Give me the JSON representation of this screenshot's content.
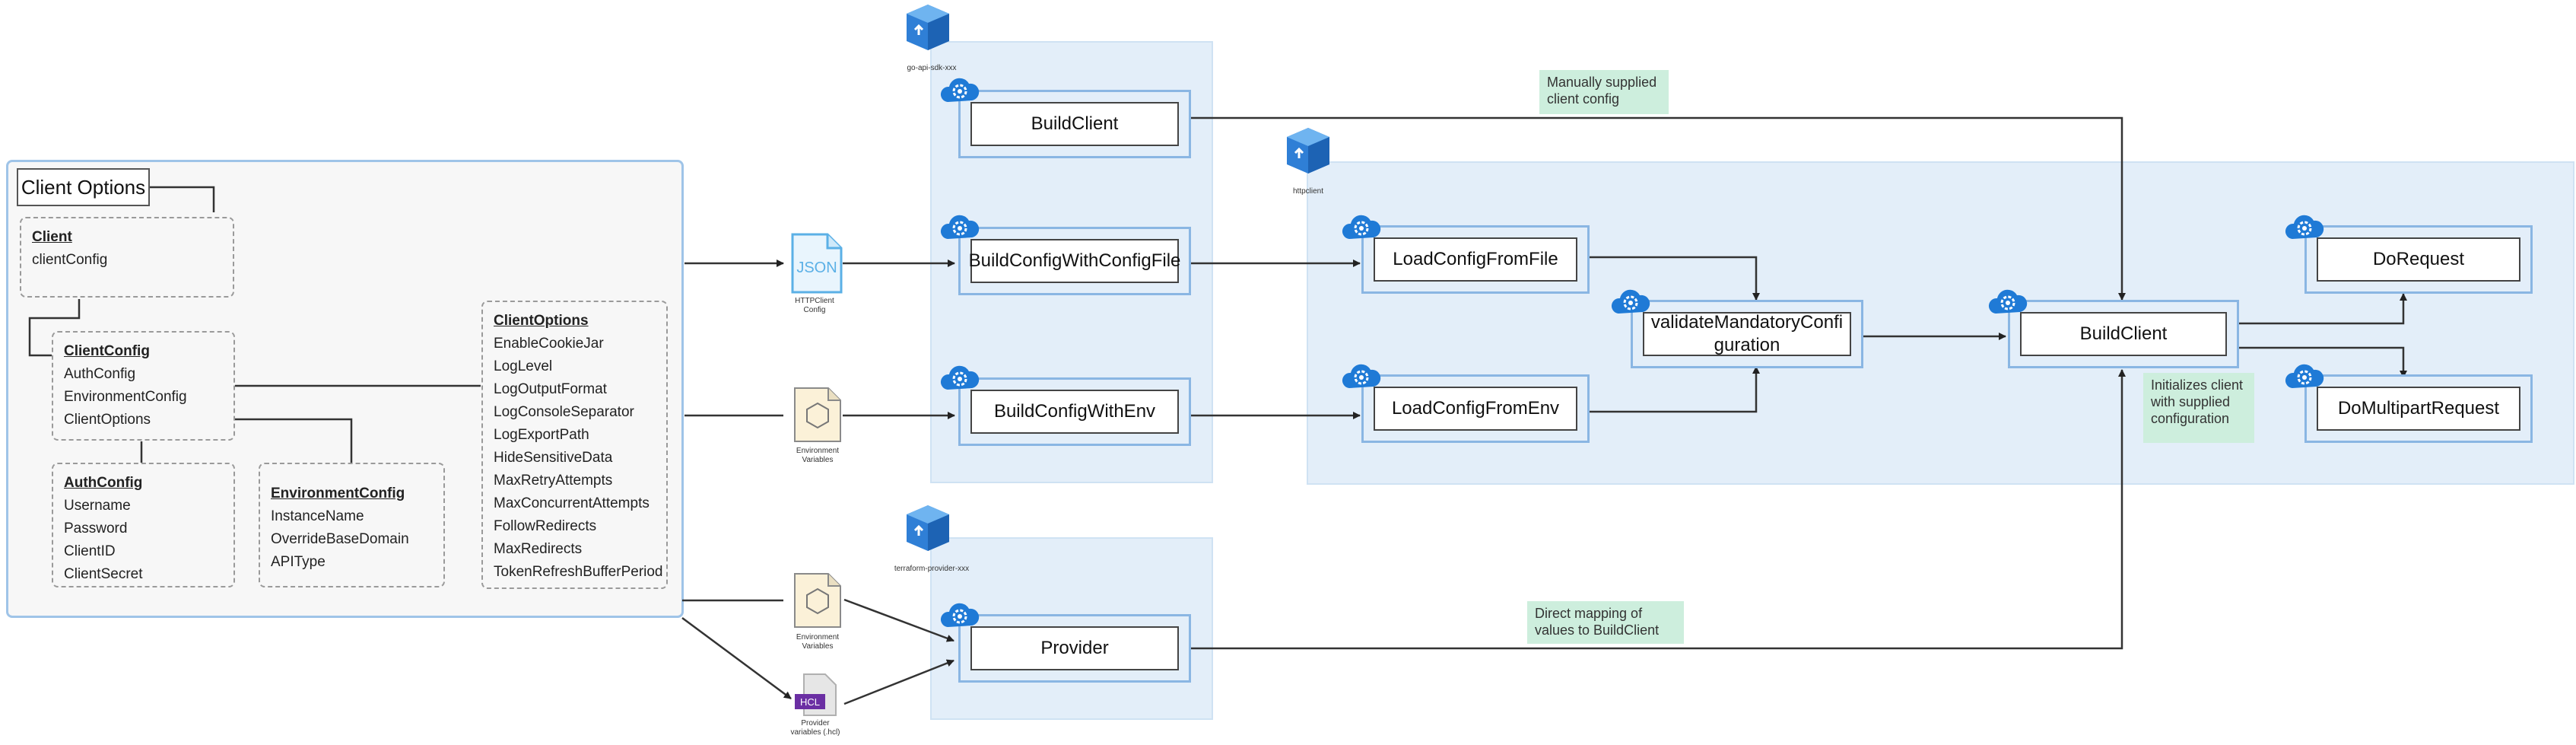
{
  "client_options": {
    "title": "Client Options",
    "client": {
      "heading": "Client",
      "fields": [
        "clientConfig"
      ]
    },
    "client_config": {
      "heading": "ClientConfig",
      "fields": [
        "AuthConfig",
        "EnvironmentConfig",
        "ClientOptions"
      ]
    },
    "auth_config": {
      "heading": "AuthConfig",
      "fields": [
        "Username",
        "Password",
        "ClientID",
        "ClientSecret"
      ]
    },
    "environment_config": {
      "heading": "EnvironmentConfig",
      "fields": [
        "InstanceName",
        "OverrideBaseDomain",
        "APIType"
      ]
    },
    "client_options_list": {
      "heading": "ClientOptions",
      "fields": [
        "EnableCookieJar",
        "LogLevel",
        "LogOutputFormat",
        "LogConsoleSeparator",
        "LogExportPath",
        "HideSensitiveData",
        "MaxRetryAttempts",
        "MaxConcurrentAttempts",
        "FollowRedirects",
        "MaxRedirects",
        "TokenRefreshBufferPeriod"
      ]
    }
  },
  "inputs": {
    "json_label": "JSON",
    "json_caption": "HTTPClient Config",
    "env_caption_1": "Environment Variables",
    "env_caption_2": "Environment Variables",
    "hcl_label": "HCL",
    "hcl_caption": "Provider variables (.hcl)"
  },
  "packages": {
    "sdk_label": "go-api-sdk-xxx",
    "httpclient_label": "httpclient",
    "terraform_label": "terraform-provider-xxx"
  },
  "functions": {
    "build_client_sdk": "BuildClient",
    "build_config_with_config_file": "BuildConfigWithConfigFile",
    "build_config_with_env": "BuildConfigWithEnv",
    "load_config_from_file": "LoadConfigFromFile",
    "load_config_from_env": "LoadConfigFromEnv",
    "validate_mandatory_configuration": "validateMandatoryConfiguration",
    "build_client": "BuildClient",
    "do_request": "DoRequest",
    "do_multipart_request": "DoMultipartRequest",
    "provider": "Provider"
  },
  "notes": {
    "manual": "Manually supplied client config",
    "initializes": "Initializes client with supplied configuration",
    "direct": "Direct mapping of values to BuildClient"
  },
  "colors": {
    "region_fill": "#e3eef9",
    "box_border": "#8ab6e3",
    "note_fill": "#cdeedd",
    "json_blue": "#5bb0e6",
    "hcl_purple": "#6b2fa3",
    "env_fill": "#fbf1d8"
  }
}
